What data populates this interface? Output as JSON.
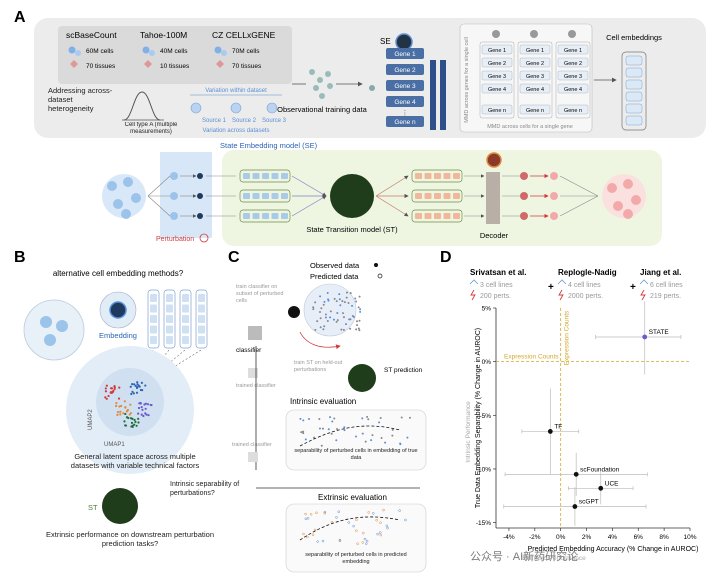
{
  "panel_a": {
    "letter": "A",
    "datasets": [
      {
        "name": "scBaseCount",
        "cells": "60M cells",
        "tissues": "70 tissues"
      },
      {
        "name": "Tahoe-100M",
        "cells": "40M cells",
        "tissues": "10 tissues"
      },
      {
        "name": "CZ CELLxGENE",
        "cells": "70M cells",
        "tissues": "70 tissues"
      }
    ],
    "heterogeneity_label": "Addressing across-dataset heterogeneity",
    "cell_type_label": "Cell type A (multiple measurements)",
    "variation_within": "Variation within dataset",
    "variation_across": "Variation across datasets",
    "sources": [
      "Source 1",
      "Source 2",
      "Source 3"
    ],
    "obs_training": "Observational training data",
    "se_label": "SE",
    "genes": [
      "Gene 1",
      "Gene 2",
      "Gene 3",
      "Gene 4",
      "Gene n"
    ],
    "mmd_vertical": "MMD across genes for a single cell",
    "mmd_horizontal": "MMD across cells for a single gene",
    "cell_embeddings": "Cell embeddings",
    "se_model": "State Embedding model (SE)",
    "perturbation": "Perturbation",
    "st_model": "State Transition model (ST)",
    "decoder": "Decoder"
  },
  "panel_b": {
    "letter": "B",
    "alt_methods": "alternative cell embedding methods?",
    "embedding": "Embedding",
    "umap1": "UMAP1",
    "umap2": "UMAP2",
    "latent_space": "General latent space across multiple datasets with variable technical factors",
    "st": "ST",
    "intrinsic": "Intrinsic separability of perturbations?",
    "extrinsic": "Extrinsic performance on downstream perturbation prediction tasks?"
  },
  "panel_c": {
    "letter": "C",
    "observed": "Observed data",
    "predicted": "Predicted data",
    "train_classifier": "train classifier on subset of perturbed cells",
    "classifier": "classifier",
    "trained_classifier": "trained classifier",
    "train_st": "train ST on held-out perturbations",
    "st_prediction": "ST prediction",
    "intrinsic_eval": "Intrinsic evaluation",
    "sep_true": "separability of perturbed cells in embedding of true data",
    "trained_classifier2": "trained classifier",
    "extrinsic_eval": "Extrinsic evaluation",
    "sep_pred": "separability of perturbed cells in predicted embedding"
  },
  "panel_d": {
    "letter": "D",
    "groups": [
      {
        "name": "Srivatsan et al.",
        "cell_lines": "3 cell lines",
        "perts": "200 perts."
      },
      {
        "name": "Replogle-Nadig",
        "cell_lines": "4 cell lines",
        "perts": "2000 perts."
      },
      {
        "name": "Jiang et al.",
        "cell_lines": "6 cell lines",
        "perts": "219 perts."
      }
    ],
    "plus": "+",
    "intrinsic_perf": "Intrinsic Performance",
    "extrinsic_perf": "Extrinsic Performance",
    "expression_counts_h": "Expression Counts",
    "expression_counts_v": "Expression Counts"
  },
  "colors": {
    "panel_bg": "#ececec",
    "green_bg": "#eef6e2",
    "blue": "#5b8fd6",
    "dark_green": "#1f3d1a",
    "red": "#d23a3a",
    "orange": "#e08a3c",
    "gold": "#d4a72c",
    "purple": "#6a5acd"
  },
  "watermark": "公众号 · AI新药研究论",
  "chart_data": {
    "type": "scatter",
    "title": "",
    "xlabel": "Predicted Embedding Accuracy (% Change in AUROC)",
    "ylabel": "True Data Embedding Separability (% Change in AUROC)",
    "xlim": [
      -5,
      10
    ],
    "ylim": [
      -15.5,
      5
    ],
    "xticks": [
      -4,
      -2,
      0,
      2,
      4,
      6,
      8,
      10
    ],
    "yticks": [
      5,
      0,
      -5,
      -10,
      -15
    ],
    "xtick_labels": [
      "-4%",
      "-2%",
      "0%",
      "2%",
      "4%",
      "6%",
      "8%",
      "10%"
    ],
    "ytick_labels": [
      "5%",
      "0%",
      "-5%",
      "-10%",
      "-15%"
    ],
    "grid": false,
    "reference_lines": {
      "x": 0,
      "y": 0
    },
    "points": [
      {
        "label": "STATE",
        "x": 6.5,
        "y": 2.3,
        "xerr": [
          3.8,
          2.8
        ],
        "yerr": [
          3.5,
          3.3
        ],
        "color": "#6a5acd"
      },
      {
        "label": "TF",
        "x": -0.8,
        "y": -6.5,
        "xerr": [
          2.2,
          2.2
        ],
        "yerr": [
          4.0,
          4.0
        ],
        "color": "#111111"
      },
      {
        "label": "scFoundation",
        "x": 1.2,
        "y": -10.5,
        "xerr": [
          5.5,
          5.5
        ],
        "yerr": [
          2.0,
          2.0
        ],
        "color": "#111111"
      },
      {
        "label": "UCE",
        "x": 3.1,
        "y": -11.8,
        "xerr": [
          2.5,
          2.5
        ],
        "yerr": [
          1.5,
          1.5
        ],
        "color": "#111111"
      },
      {
        "label": "scGPT",
        "x": 1.1,
        "y": -13.5,
        "xerr": [
          5.5,
          5.5
        ],
        "yerr": [
          1.8,
          1.8
        ],
        "color": "#111111"
      }
    ]
  }
}
